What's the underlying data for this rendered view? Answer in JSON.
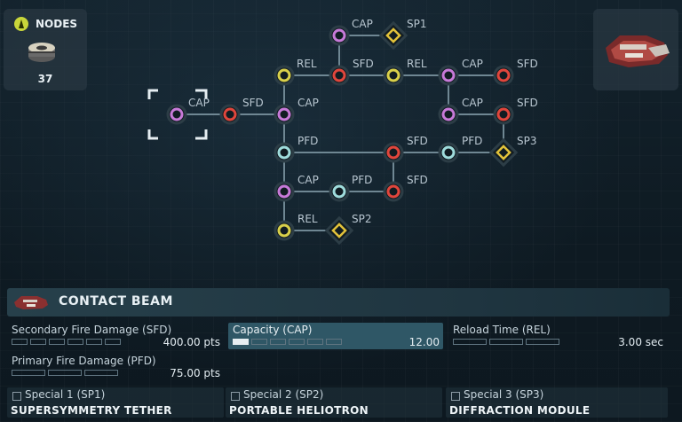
{
  "nodes_panel": {
    "title": "NODES",
    "count": "37"
  },
  "weapon": {
    "name": "CONTACT BEAM"
  },
  "tree": {
    "labels": {
      "start_cap": "CAP",
      "sfd_a": "SFD",
      "cap_b": "CAP",
      "rel_a": "REL",
      "cap_top": "CAP",
      "sp1": "SP1",
      "sfd_b": "SFD",
      "rel_b": "REL",
      "cap_c": "CAP",
      "sfd_c": "SFD",
      "cap_d": "CAP",
      "sfd_d": "SFD",
      "pfd_a": "PFD",
      "sfd_e": "SFD",
      "pfd_b": "PFD",
      "sp3": "SP3",
      "cap_e": "CAP",
      "pfd_c": "PFD",
      "sfd_f": "SFD",
      "rel_c": "REL",
      "sp2": "SP2"
    }
  },
  "stats": {
    "sfd": {
      "label": "Secondary Fire Damage (SFD)",
      "value": "400.00 pts",
      "filled": 0,
      "total": 6
    },
    "cap": {
      "label": "Capacity (CAP)",
      "value": "12.00",
      "filled": 1,
      "total": 6
    },
    "rel": {
      "label": "Reload Time (REL)",
      "value": "3.00 sec",
      "filled": 0,
      "total": 3
    },
    "pfd": {
      "label": "Primary Fire Damage (PFD)",
      "value": "75.00 pts",
      "filled": 0,
      "total": 3
    }
  },
  "specials": [
    {
      "title": "Special 1 (SP1)",
      "name": "SUPERSYMMETRY TETHER"
    },
    {
      "title": "Special 2 (SP2)",
      "name": "PORTABLE HELIOTRON"
    },
    {
      "title": "Special 3 (SP3)",
      "name": "DIFFRACTION MODULE"
    }
  ],
  "colors": {
    "cap_node": "#c77ad8",
    "sfd_node": "#e0463c",
    "rel_node": "#d9d04a",
    "pfd_node": "#9fdcdc",
    "special_node": "#e2c23a",
    "line": "#6f8793"
  }
}
